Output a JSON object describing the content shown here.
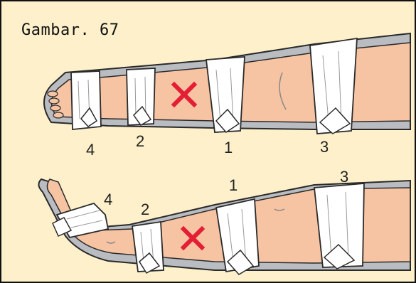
{
  "title": "Gambar. 67",
  "colors": {
    "background": "#fdf0cb",
    "skin": "#f6c4a3",
    "splint": "#b9bcc1",
    "bandage": "#ffffff",
    "outline": "#2a2a2a",
    "warning_x": "#e31e35"
  },
  "top_figure": {
    "bandage_labels": [
      "4",
      "2",
      "1",
      "3"
    ],
    "warning_mark": "x-mark"
  },
  "bottom_figure": {
    "bandage_labels": [
      "4",
      "2",
      "1",
      "3"
    ],
    "warning_mark": "x-mark"
  }
}
